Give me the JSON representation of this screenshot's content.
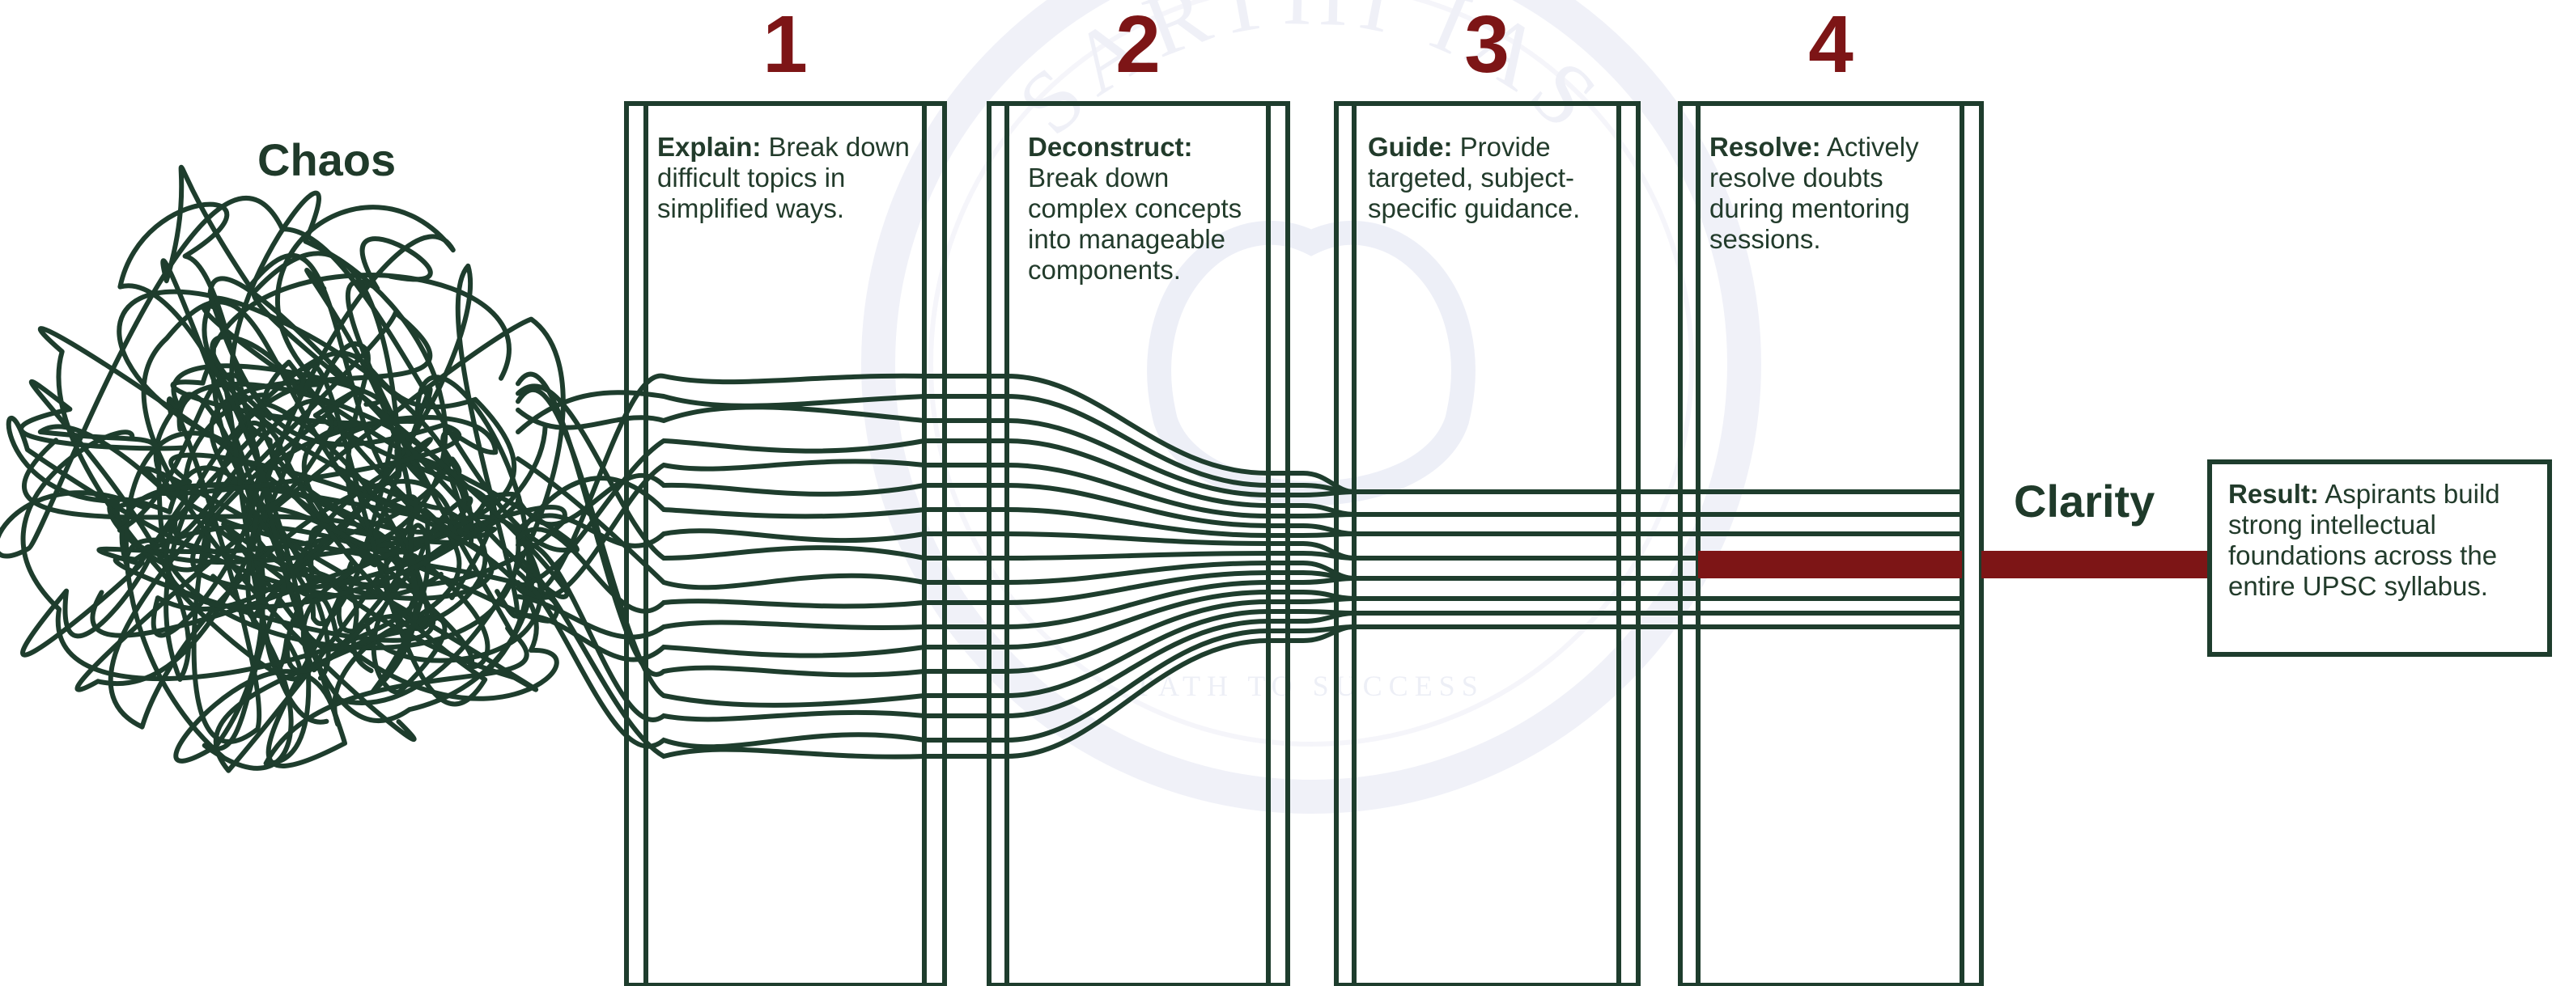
{
  "diagram": {
    "chaos_label": "Chaos",
    "clarity_label": "Clarity",
    "steps": [
      {
        "number": "1",
        "heading": "Explain:",
        "text": "Break down difficult topics in simplified ways."
      },
      {
        "number": "2",
        "heading": "Deconstruct:",
        "text": "Break down complex concepts into manageable components."
      },
      {
        "number": "3",
        "heading": "Guide:",
        "text": "Provide targeted, subject-specific guidance."
      },
      {
        "number": "4",
        "heading": "Resolve:",
        "text": "Actively resolve doubts during mentoring sessions."
      }
    ],
    "result": {
      "heading": "Result:",
      "text": "Aspirants build strong intellectual foundations across the entire UPSC syllabus."
    },
    "watermark": {
      "arc_text": "SARTHI IAS",
      "tagline": "PATH TO SUCCESS"
    },
    "colors": {
      "line": "#1e3d2d",
      "accent": "#7d1516",
      "watermark": "#e6e8f4"
    }
  }
}
